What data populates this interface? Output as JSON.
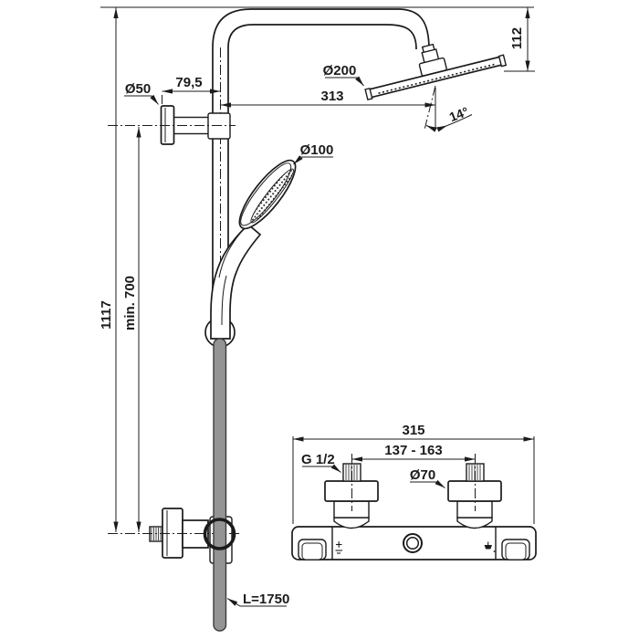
{
  "drawing": {
    "type": "technical-installation-drawing",
    "subject": "thermostatic shower system with overhead shower, hand shower and exposed mixer",
    "background": "#ffffff",
    "line_color": "#1b1b1b",
    "hose_fill": "#949494",
    "dimensions": {
      "overall_height": "1117",
      "min_mount_height": "min. 700",
      "wall_to_rail": "79,5",
      "wall_bracket_dia": "Ø50",
      "arm_projection": "313",
      "head_drop": "112",
      "head_tilt_angle": "14°",
      "head_dia": "Ø200",
      "handshower_dia": "Ø100",
      "hose_length": "L=1750",
      "mixer_width": "315",
      "inlet_span": "137 - 163",
      "inlet_thread": "G 1/2",
      "escutcheon_dia": "Ø70",
      "temp_plus_glyph": "+"
    }
  }
}
